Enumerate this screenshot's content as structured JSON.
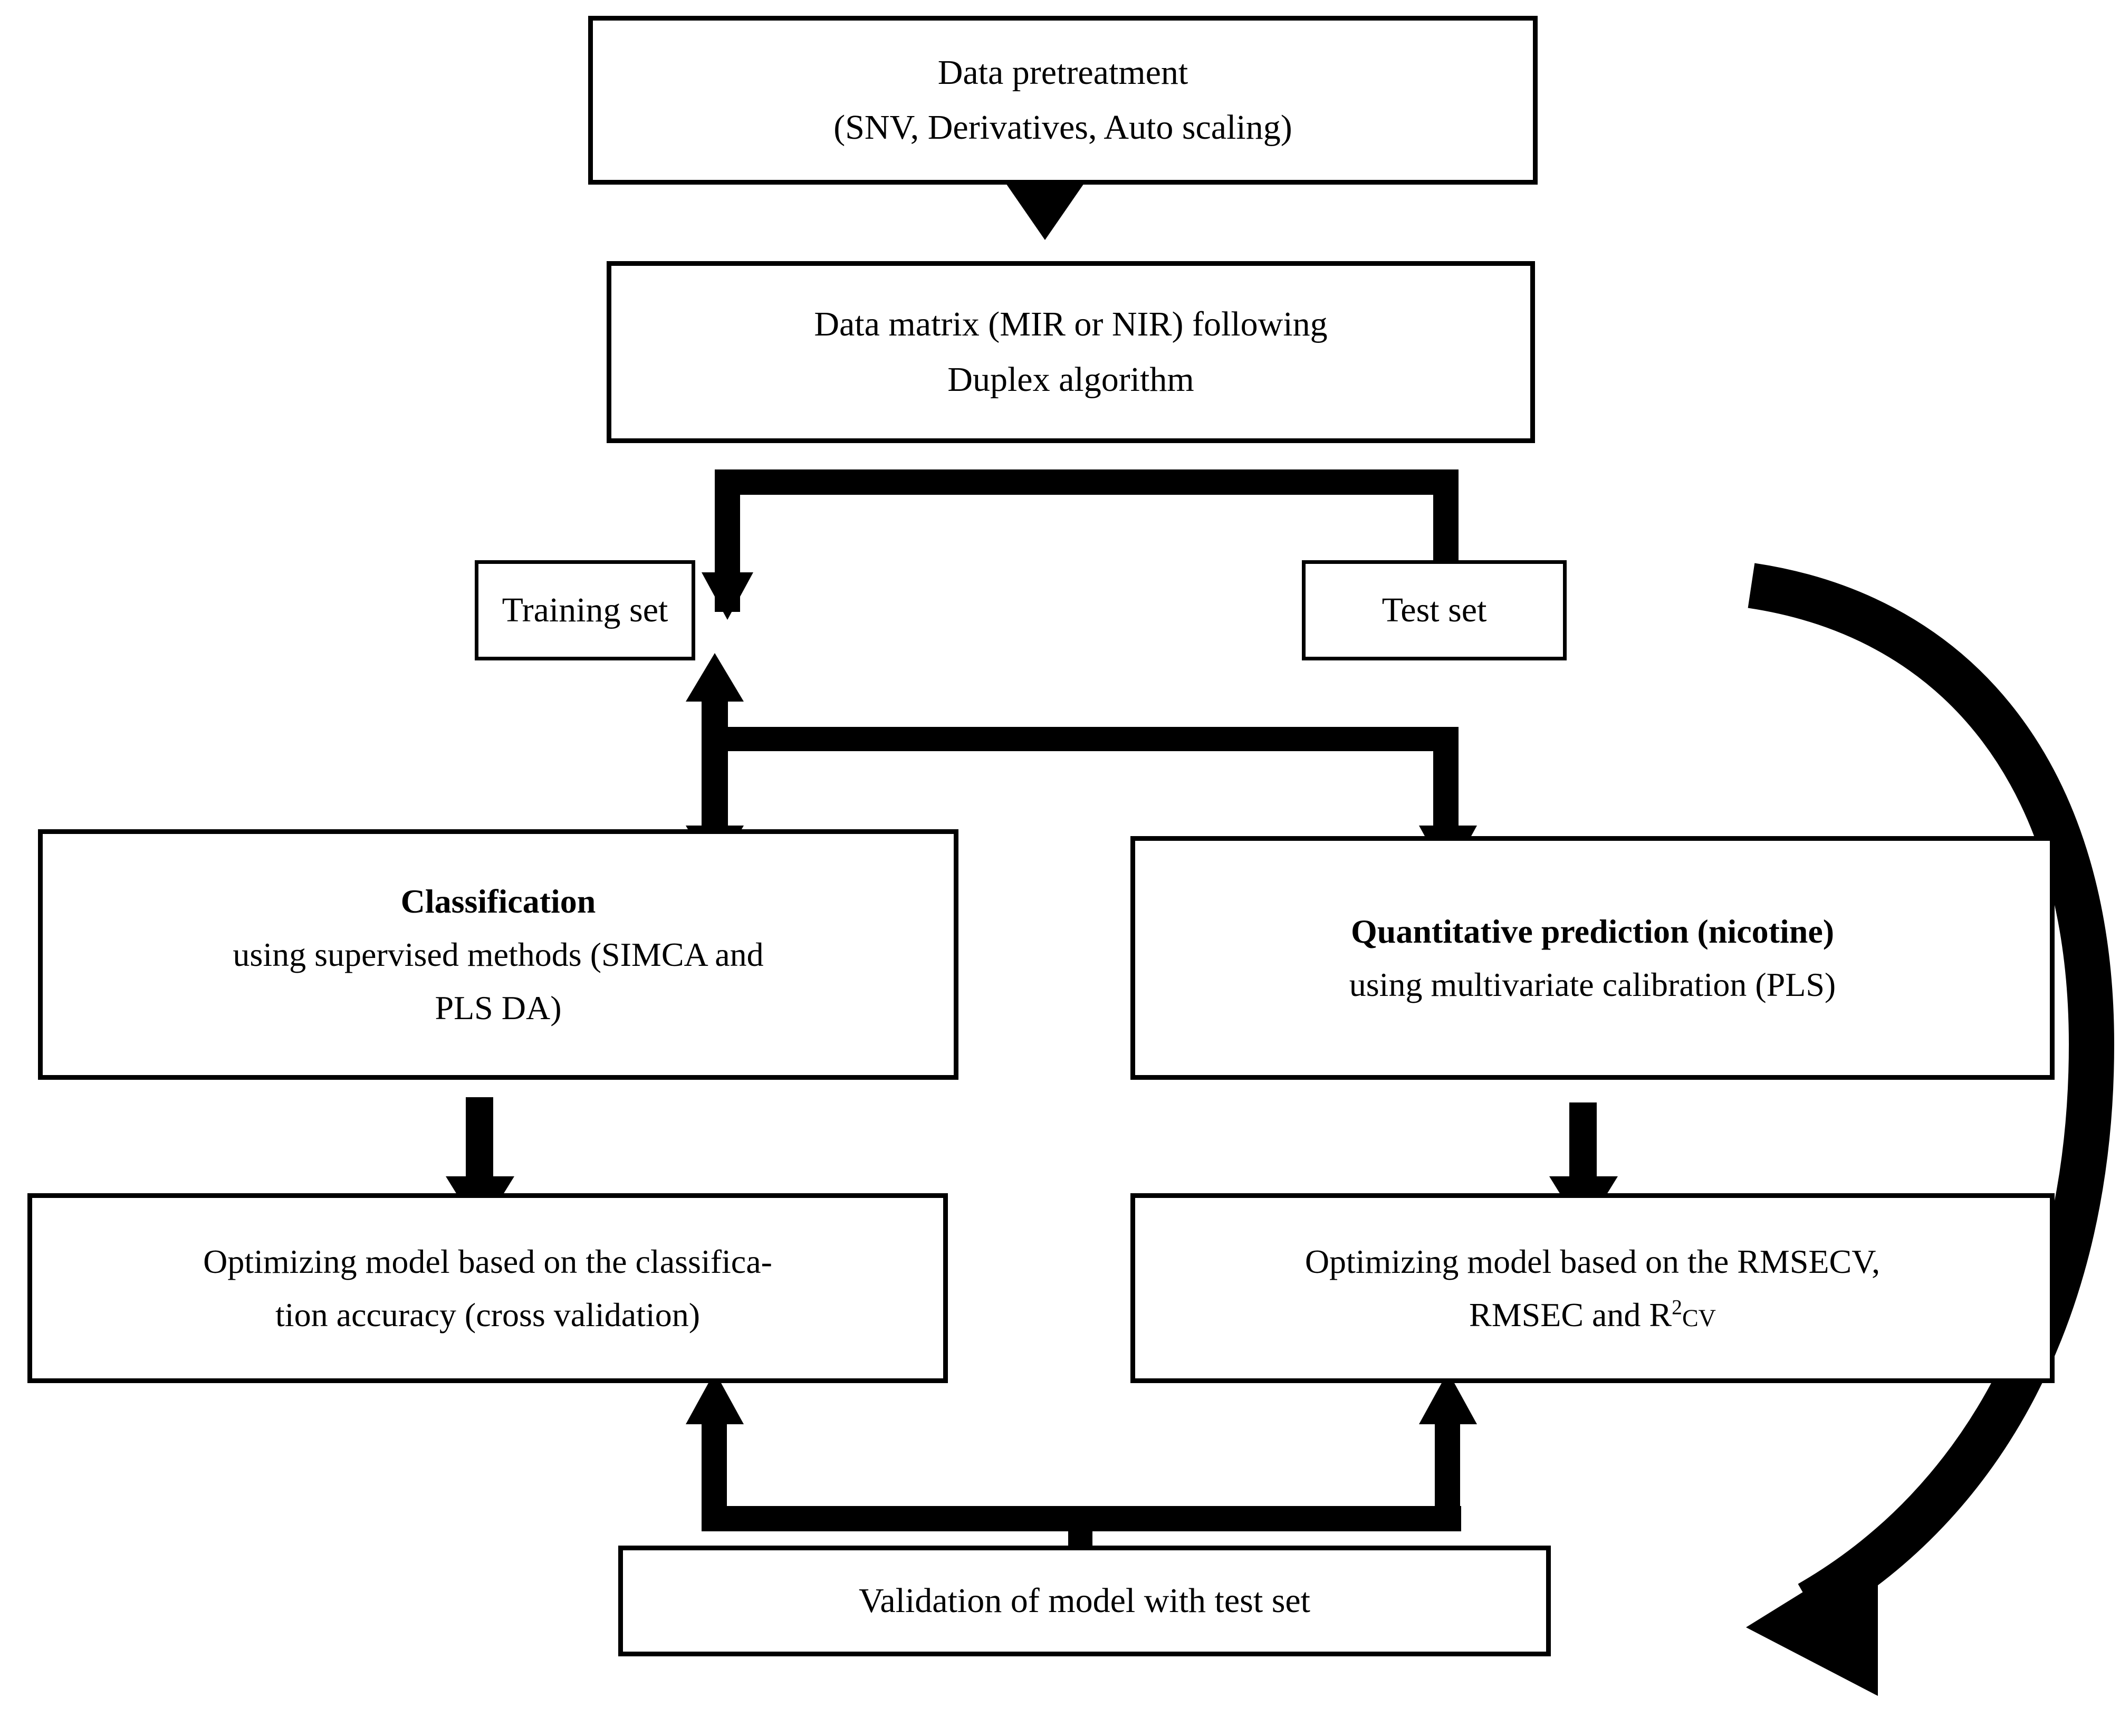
{
  "diagram": {
    "title": "Chemometric workflow flowchart",
    "background_color": "#ffffff",
    "stroke_color": "#000000",
    "nodes": {
      "pretreatment": {
        "line1": "Data pretreatment",
        "line2": "(SNV, Derivatives, Auto scaling)"
      },
      "data_matrix": {
        "line1": "Data matrix (MIR or NIR) following",
        "line2": "Duplex algorithm"
      },
      "training_set": {
        "label": "Training set"
      },
      "test_set": {
        "label": "Test set"
      },
      "classification": {
        "heading": "Classification",
        "line2": "using supervised methods (SIMCA and",
        "line3": "PLS DA)"
      },
      "quantitative": {
        "heading": "Quantitative prediction (nicotine)",
        "line2": "using multivariate calibration (PLS)"
      },
      "optimize_classification": {
        "line1": "Optimizing model based on the classifica-",
        "line2": "tion accuracy (cross validation)"
      },
      "optimize_quantitative": {
        "line1": "Optimizing model based on the RMSECV,",
        "line2_prefix": "RMSEC and R",
        "line2_superscript": "2",
        "line2_subscript": "CV"
      },
      "validation": {
        "label": "Validation of model with test set"
      }
    },
    "connectors": [
      {
        "name": "pretreatment-to-data-matrix",
        "kind": "arrow-down"
      },
      {
        "name": "data-matrix-split-to-sets",
        "kind": "split-down"
      },
      {
        "name": "training-set-bidirectional",
        "kind": "arrow-double-vertical"
      },
      {
        "name": "training-branch-to-quantitative",
        "kind": "elbow-down"
      },
      {
        "name": "classification-to-optimize",
        "kind": "arrow-down"
      },
      {
        "name": "quantitative-to-optimize",
        "kind": "arrow-down"
      },
      {
        "name": "optimize-merge-to-validation",
        "kind": "merge-up-down"
      },
      {
        "name": "feedback-loop",
        "kind": "curved-arrow-left"
      }
    ]
  }
}
